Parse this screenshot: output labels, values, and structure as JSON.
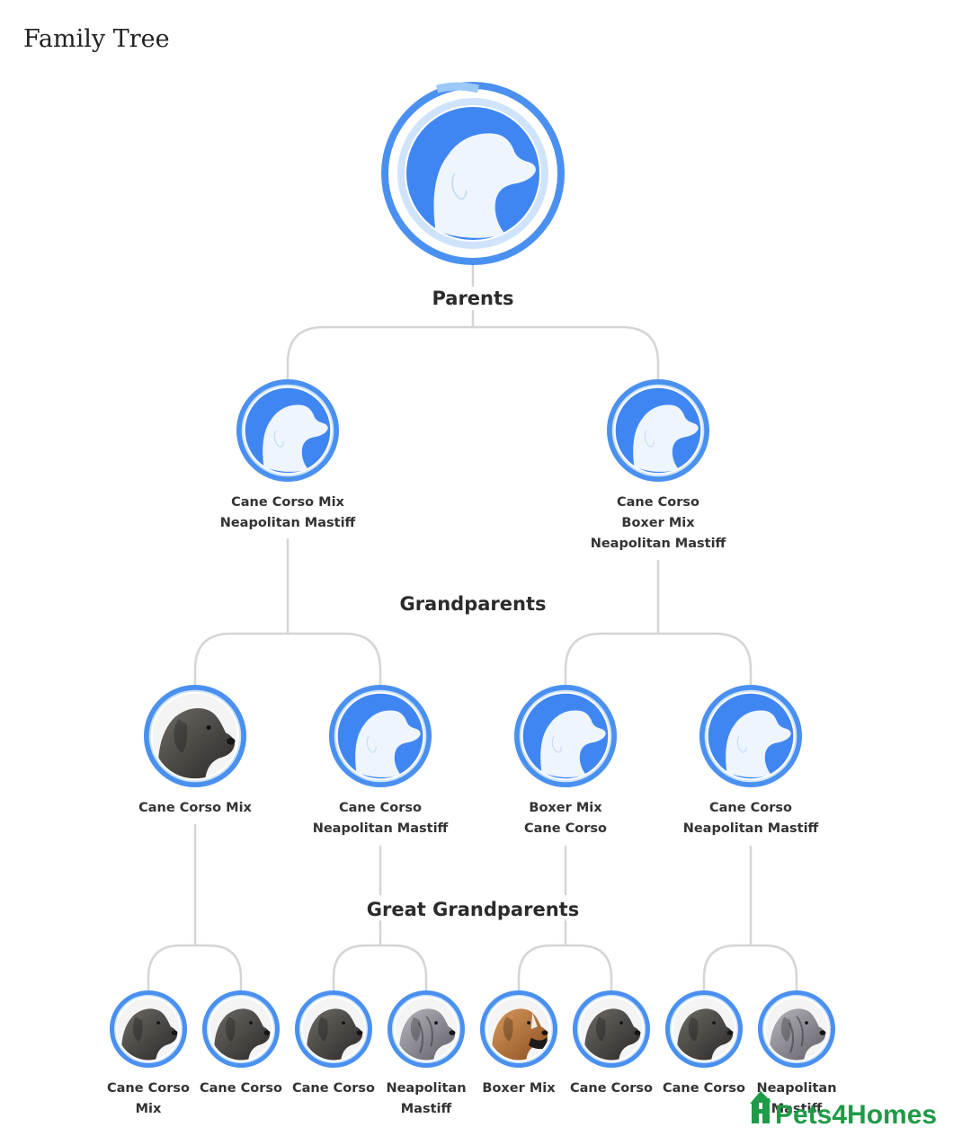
{
  "title": "Family Tree",
  "sections": {
    "parents": "Parents",
    "grandparents": "Grandparents",
    "great_grandparents": "Great Grandparents"
  },
  "colors": {
    "ring": "#4a90f0",
    "ring_light": "#9cc8f8",
    "ring_pale": "#cfe4fb",
    "placeholder_bg": "#3f86f2",
    "placeholder_fg": "#eef5fd",
    "connector": "#d5d5d5",
    "watermark": "#1f9a47"
  },
  "tree": {
    "root": {
      "photo": "placeholder",
      "icon": "dog-silhouette-icon"
    },
    "parents": [
      {
        "lines": [
          "Cane Corso Mix",
          "Neapolitan Mastiff"
        ],
        "photo": "placeholder"
      },
      {
        "lines": [
          "Cane Corso",
          "Boxer Mix",
          "Neapolitan Mastiff"
        ],
        "photo": "placeholder"
      }
    ],
    "grandparents": [
      {
        "lines": [
          "Cane Corso Mix"
        ],
        "photo": "cane-corso"
      },
      {
        "lines": [
          "Cane Corso",
          "Neapolitan Mastiff"
        ],
        "photo": "placeholder"
      },
      {
        "lines": [
          "Boxer Mix",
          "Cane Corso"
        ],
        "photo": "placeholder"
      },
      {
        "lines": [
          "Cane Corso",
          "Neapolitan Mastiff"
        ],
        "photo": "placeholder"
      }
    ],
    "great_grandparents": [
      {
        "lines": [
          "Cane Corso",
          "Mix"
        ],
        "photo": "cane-corso"
      },
      {
        "lines": [
          "Cane Corso"
        ],
        "photo": "cane-corso"
      },
      {
        "lines": [
          "Cane Corso"
        ],
        "photo": "cane-corso"
      },
      {
        "lines": [
          "Neapolitan",
          "Mastiff"
        ],
        "photo": "neapolitan-mastiff"
      },
      {
        "lines": [
          "Boxer Mix"
        ],
        "photo": "boxer"
      },
      {
        "lines": [
          "Cane Corso"
        ],
        "photo": "cane-corso"
      },
      {
        "lines": [
          "Cane Corso"
        ],
        "photo": "cane-corso"
      },
      {
        "lines": [
          "Neapolitan",
          "Mastiff"
        ],
        "photo": "neapolitan-mastiff"
      }
    ]
  },
  "watermark": "Pets4Homes"
}
